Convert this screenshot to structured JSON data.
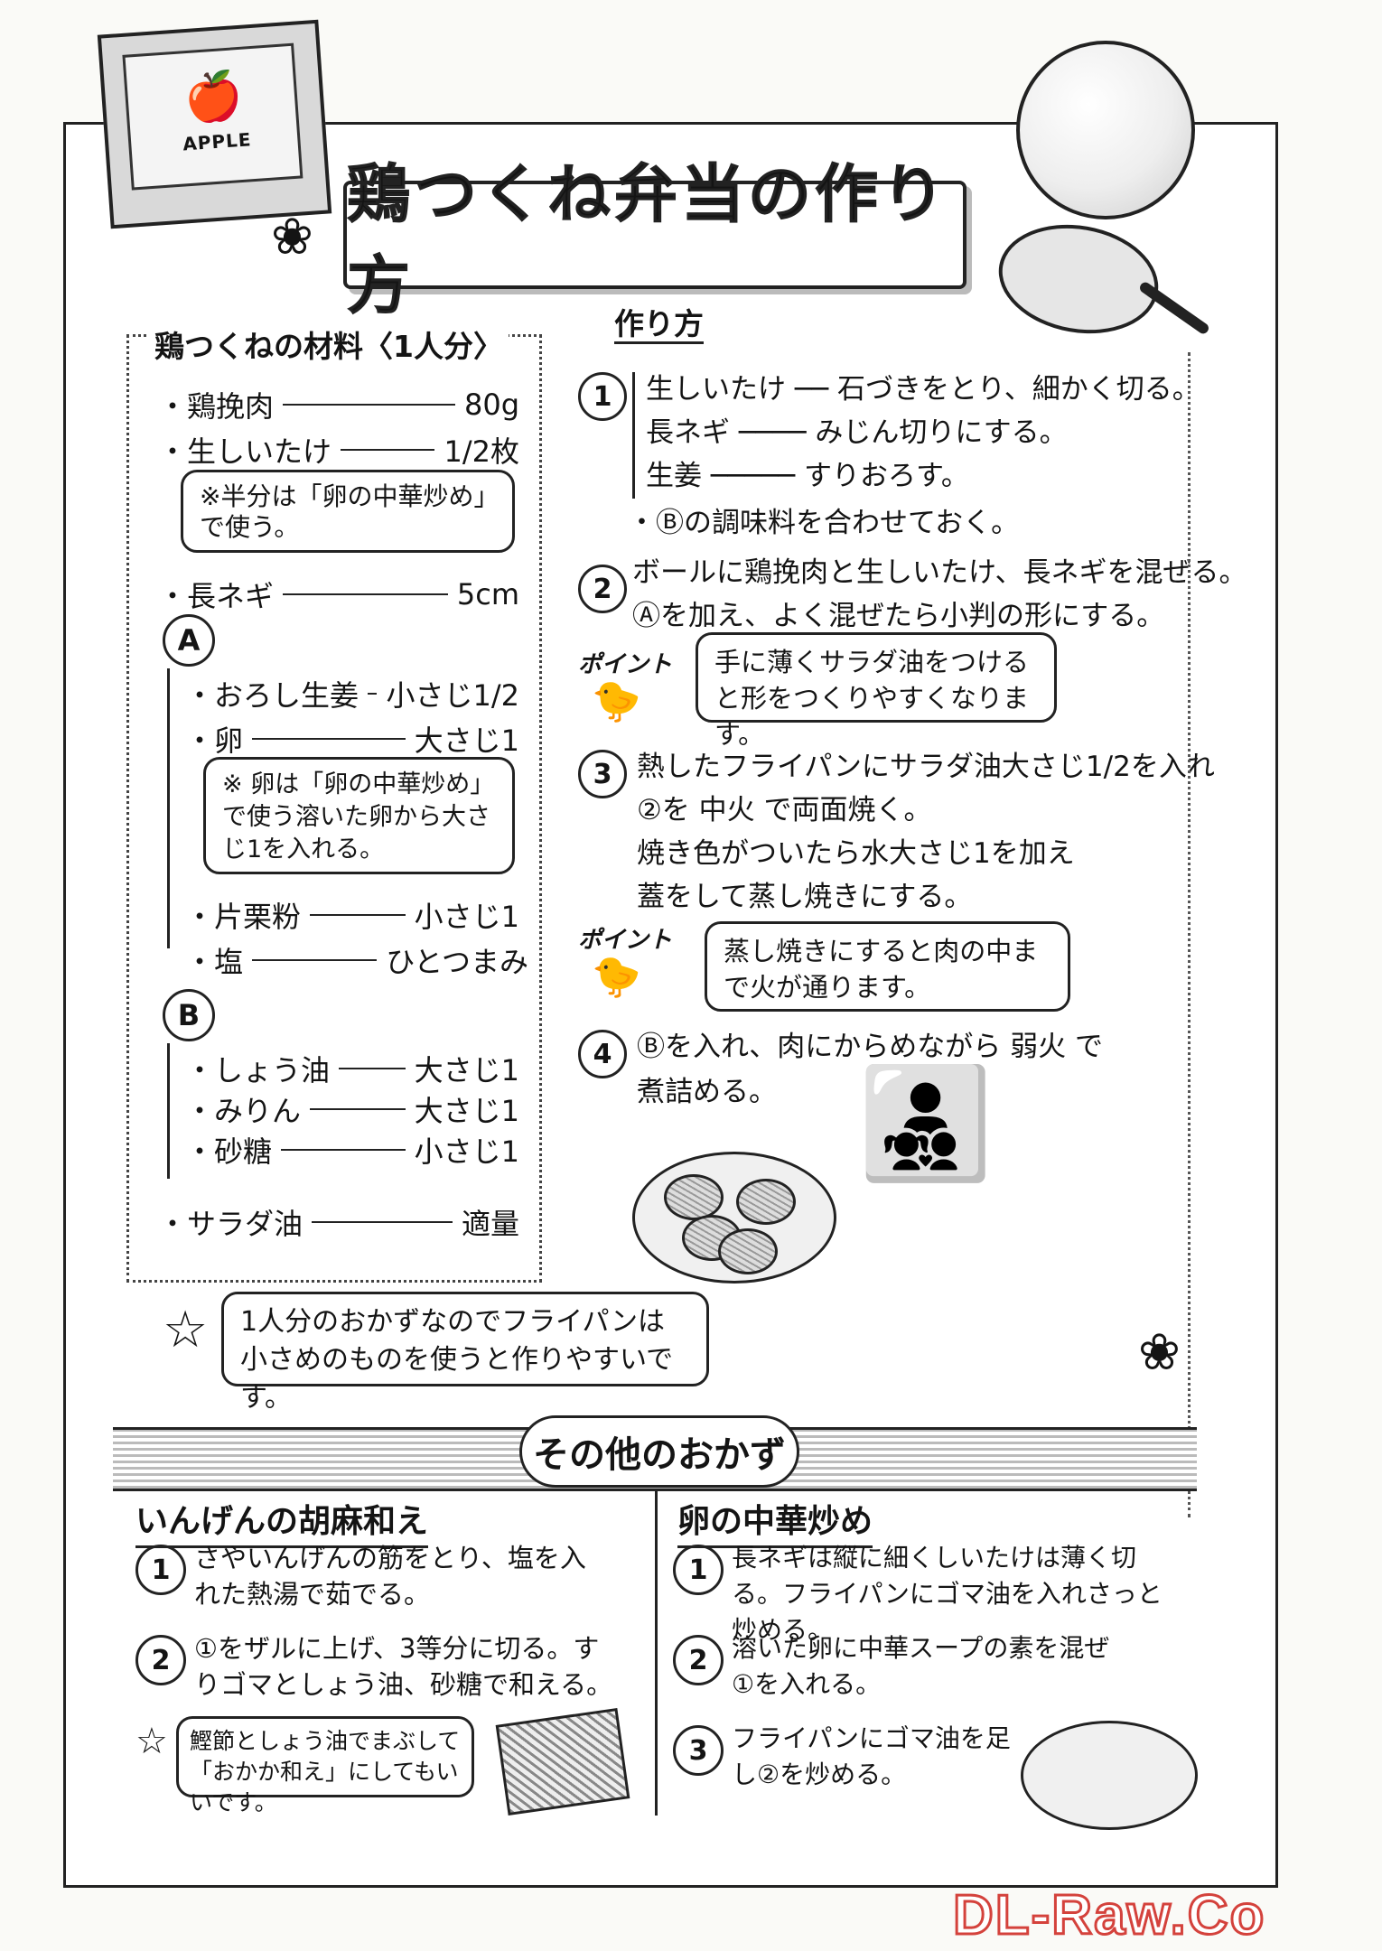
{
  "book": {
    "label": "APPLE"
  },
  "title": "鶏つくね弁当の作り方",
  "ingredients": {
    "heading": "鶏つくねの材料〈1人分〉",
    "items": [
      {
        "name": "・鶏挽肉",
        "qty": "80g"
      },
      {
        "name": "・生しいたけ",
        "qty": "1/2枚"
      }
    ],
    "note1": "※半分は「卵の中華炒め」で使う。",
    "item_negi": {
      "name": "・長ネギ",
      "qty": "5cm"
    },
    "group_a_label": "A",
    "group_a": [
      {
        "name": "・おろし生姜",
        "qty": "小さじ1/2"
      },
      {
        "name": "・卵",
        "qty": "大さじ1"
      }
    ],
    "note2": "※ 卵は「卵の中華炒め」で使う溶いた卵から大さじ1を入れる。",
    "group_a2": [
      {
        "name": "・片栗粉",
        "qty": "小さじ1"
      },
      {
        "name": "・塩",
        "qty": "ひとつまみ"
      }
    ],
    "group_b_label": "B",
    "group_b": [
      {
        "name": "・しょう油",
        "qty": "大さじ1"
      },
      {
        "name": "・みりん",
        "qty": "大さじ1"
      },
      {
        "name": "・砂糖",
        "qty": "小さじ1"
      }
    ],
    "oil": {
      "name": "・サラダ油",
      "qty": "適量"
    }
  },
  "tip_note": "1人分のおかずなのでフライパンは小さめのものを使うと作りやすいです。",
  "method": {
    "heading": "作り方",
    "step1_num": "1",
    "step1_lines": [
      "生しいたけ ── 石づきをとり、細かく切る。",
      "長ネギ ──── みじん切りにする。",
      "生姜 ───── すりおろす。"
    ],
    "step1_extra": "・Ⓑの調味料を合わせておく。",
    "step2_num": "2",
    "step2_lines": [
      "ボールに鶏挽肉と生しいたけ、長ネギを混ぜる。",
      "Ⓐを加え、よく混ぜたら小判の形にする。"
    ],
    "point_label": "ポイント",
    "point1": "手に薄くサラダ油をつけると形をつくりやすくなります。",
    "step3_num": "3",
    "step3_lines": [
      "熱したフライパンにサラダ油大さじ1/2を入れ",
      "②を 中火 で両面焼く。",
      "焼き色がついたら水大さじ1を加え",
      "蓋をして蒸し焼きにする。"
    ],
    "point2": "蒸し焼きにすると肉の中まで火が通ります。",
    "step4_num": "4",
    "step4_lines": [
      "Ⓑを入れ、肉にからめながら 弱火 で",
      "煮詰める。"
    ]
  },
  "others": {
    "heading": "その他のおかず",
    "left": {
      "title": "いんげんの胡麻和え",
      "s1_num": "1",
      "s1": "さやいんげんの筋をとり、塩を入れた熱湯で茹でる。",
      "s2_num": "2",
      "s2": "①をザルに上げ、3等分に切る。すりゴマとしょう油、砂糖で和える。",
      "tip": "鰹節としょう油でまぶして「おかか和え」にしてもいいです。"
    },
    "right": {
      "title": "卵の中華炒め",
      "s1_num": "1",
      "s1": "長ネギは縦に細くしいたけは薄く切る。フライパンにゴマ油を入れさっと炒める。",
      "s2_num": "2",
      "s2": "溶いた卵に中華スープの素を混ぜ①を入れる。",
      "s3_num": "3",
      "s3": "フライパンにゴマ油を足し②を炒める。"
    }
  },
  "watermark": "DL-Raw.Co"
}
